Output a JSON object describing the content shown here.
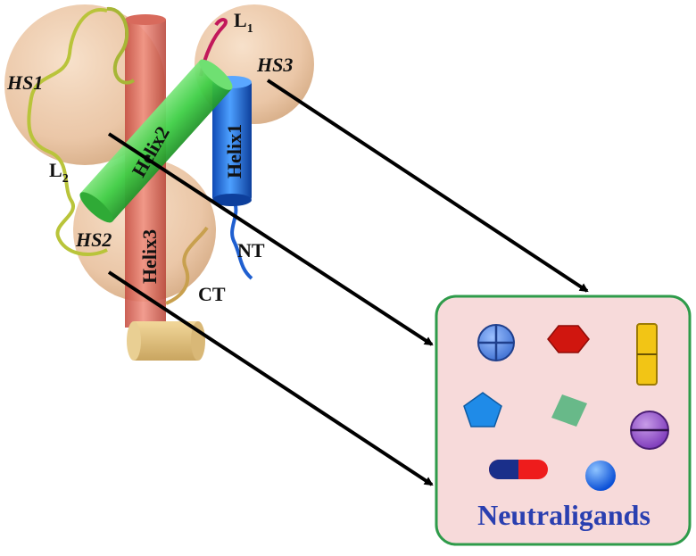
{
  "labels": {
    "hs1": "HS1",
    "hs2": "HS2",
    "hs3": "HS3",
    "l1_base": "L",
    "l1_sub": "1",
    "l2_base": "L",
    "l2_sub": "2",
    "helix1": "Helix1",
    "helix2": "Helix2",
    "helix3": "Helix3",
    "nt": "NT",
    "ct": "CT"
  },
  "panel": {
    "title": "Neutraligands"
  },
  "colors": {
    "sphere": "#e8b98f",
    "helix1": "#1f6fe0",
    "helix2": "#3fcf46",
    "helix3": "#e06a5a",
    "loop": "#b9c43a",
    "panel_border": "#2e9b4a",
    "panel_fill": "#f7dada",
    "title": "#2a3fb0"
  },
  "ligand_icons": [
    "crossed-circle-icon",
    "hexagon-icon",
    "split-bar-icon",
    "pentagon-icon",
    "diamond-icon",
    "minus-circle-icon",
    "capsule-icon",
    "sphere-icon"
  ]
}
